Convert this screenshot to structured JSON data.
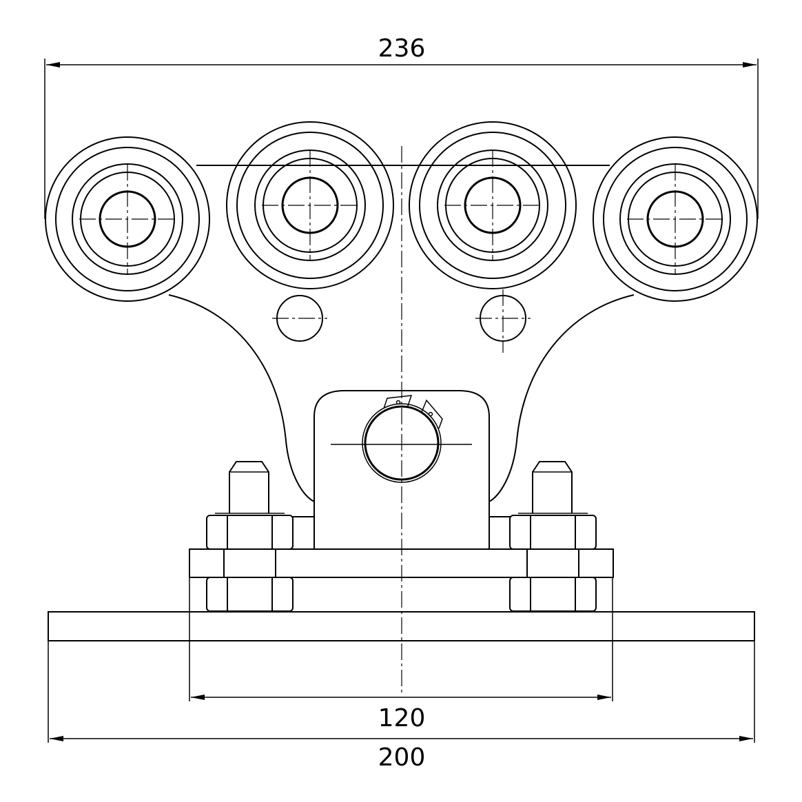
{
  "drawing": {
    "dimensions": {
      "overall_width": "236",
      "plate_width": "120",
      "base_width": "200"
    },
    "line_color": "#000000",
    "background_color": "#ffffff",
    "wheel_count": 4
  }
}
